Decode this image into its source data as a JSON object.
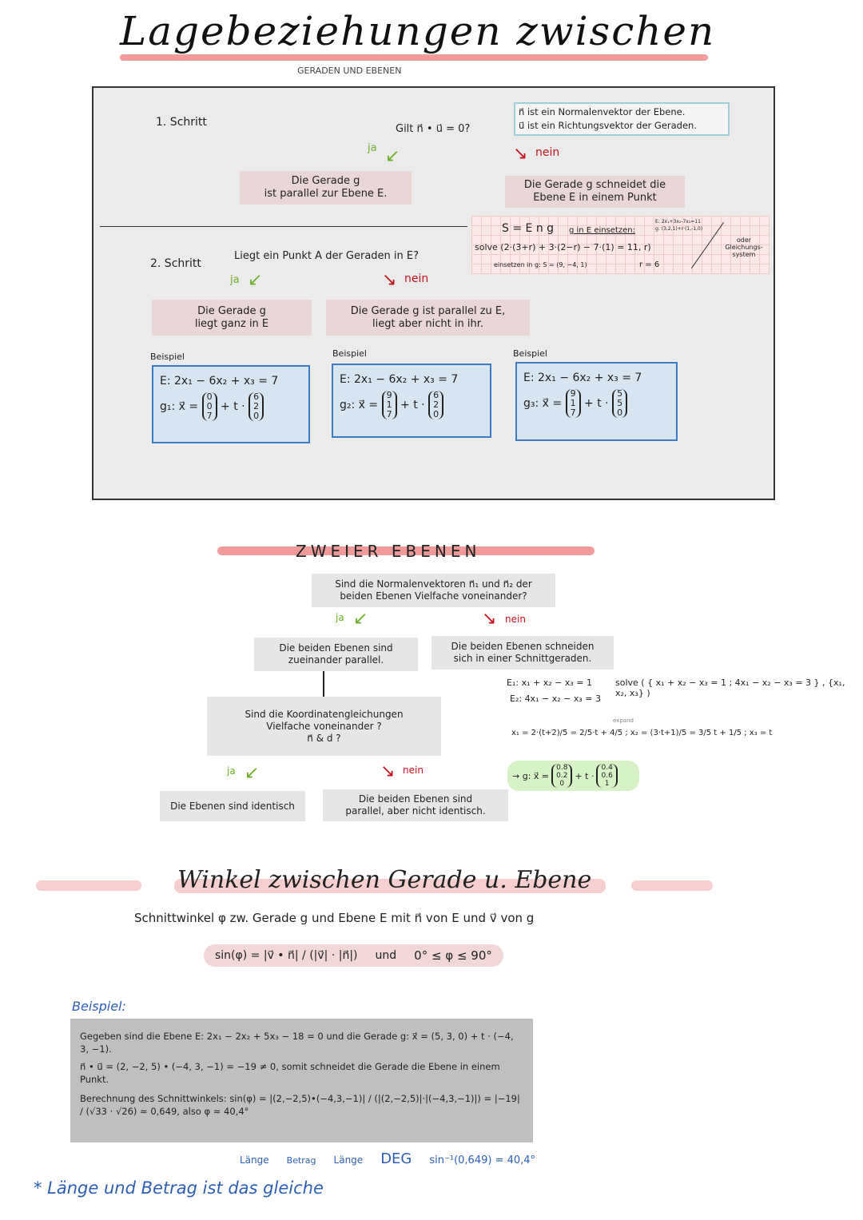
{
  "title": {
    "main": "Lagebeziehungen zwischen",
    "sub": "GERADEN UND EBENEN"
  },
  "section1": {
    "step1": "1. Schritt",
    "question": "Gilt n⃗ • u⃗ = 0?",
    "note": [
      "n⃗ ist ein Normalenvektor der Ebene.",
      "u⃗ ist ein Richtungsvektor der Geraden."
    ],
    "ja": "ja",
    "nein": "nein",
    "yes_result": [
      "Die Gerade g",
      "ist parallel zur Ebene E."
    ],
    "no_result": [
      "Die Gerade g schneidet die",
      "Ebene E in einem Punkt"
    ],
    "calc": {
      "s_line": "S = E n g",
      "insert": "g in E einsetzen:",
      "mini": [
        "E: 2x₁+3x₂-7x₃=11",
        "g: (3,2,1)+r·(1,-1,0)"
      ],
      "solve": "solve (2·(3+r) + 3·(2−r) − 7·(1) = 11, r)",
      "r": "r = 6",
      "einsetzen": "einsetzen in g:  S = (9, −4, 1)",
      "side": "oder Gleichungs-system"
    },
    "step2": "2. Schritt",
    "question2": "Liegt ein Punkt A der Geraden in E?",
    "yes2": [
      "Die Gerade g",
      "liegt ganz in E"
    ],
    "no2": [
      "Die Gerade g ist parallel zu E,",
      "liegt aber nicht in ihr."
    ],
    "examples": [
      {
        "label": "Beispiel",
        "plane": "E: 2x₁ − 6x₂ + x₃ = 7",
        "name": "g₁: x⃗ =",
        "p": [
          "0",
          "0",
          "7"
        ],
        "d": [
          "6",
          "2",
          "0"
        ]
      },
      {
        "label": "Beispiel",
        "plane": "E: 2x₁ − 6x₂ + x₃ = 7",
        "name": "g₂: x⃗ =",
        "p": [
          "9",
          "1",
          "7"
        ],
        "d": [
          "6",
          "2",
          "0"
        ]
      },
      {
        "label": "Beispiel",
        "plane": "E: 2x₁ − 6x₂ + x₃ = 7",
        "name": "g₃: x⃗ =",
        "p": [
          "9",
          "1",
          "7"
        ],
        "d": [
          "5",
          "5",
          "0"
        ]
      }
    ],
    "plus_t": "+ t ·"
  },
  "section2": {
    "title": "ZWEIER EBENEN",
    "question": [
      "Sind die Normalenvektoren n⃗₁ und n⃗₂ der",
      "beiden Ebenen Vielfache voneinander?"
    ],
    "ja": "ja",
    "nein": "nein",
    "parallel": [
      "Die beiden Ebenen sind",
      "zueinander parallel."
    ],
    "schneiden": [
      "Die beiden Ebenen schneiden",
      "sich in einer Schnittgeraden."
    ],
    "question2": [
      "Sind die Koordinatengleichungen",
      "Vielfache voneinander ?",
      "n⃗ & d ?"
    ],
    "identisch": "Die Ebenen sind identisch",
    "nicht_identisch": [
      "Die beiden Ebenen sind",
      "parallel, aber nicht identisch."
    ],
    "e1": "E₁: x₁ + x₂ − x₃ = 1",
    "e2": "E₂: 4x₁ − x₂ − x₃ = 3",
    "solve": "solve ( { x₁ + x₂ − x₃ = 1 ; 4x₁ − x₂ − x₃ = 3 } , {x₁, x₂, x₃} )",
    "expand": "expand",
    "x_solution": "x₁ = 2·(t+2)/5 = 2/5·t + 4/5 ;  x₂ = (3·t+1)/5 = 3/5 t + 1/5 ;  x₃ = t",
    "g_result": "→ g: x⃗ =",
    "gp": [
      "0.8",
      "0.2",
      "0"
    ],
    "gd": [
      "0.4",
      "0.6",
      "1"
    ]
  },
  "section3": {
    "title": "Winkel zwischen Gerade u. Ebene",
    "desc": "Schnittwinkel φ zw. Gerade g und Ebene E mit n⃗ von E und v⃗ von g",
    "formula": "sin(φ) = |v⃗ • n⃗| / (|v⃗| · |n⃗|)",
    "und": "und",
    "range": "0° ≤ φ ≤ 90°",
    "beispiel": "Beispiel:",
    "book": [
      "Gegeben sind die Ebene  E: 2x₁ − 2x₂ + 5x₃ − 18 = 0  und die Gerade  g: x⃗ = (5, 3, 0) + t · (−4, 3, −1).",
      "n⃗ • u⃗ = (2, −2, 5) • (−4, 3, −1) = −19 ≠ 0,  somit schneidet die Gerade die Ebene in einem Punkt.",
      "Berechnung des Schnittwinkels:  sin(φ) = |(2,−2,5)•(−4,3,−1)| / (|(2,−2,5)|·|(−4,3,−1)|) = |−19| / (√33 · √26) ≈ 0,649,  also  φ ≈ 40,4°"
    ],
    "annot": {
      "betrag": "Betrag",
      "deg": "DEG",
      "laenge1": "Länge",
      "laenge2": "Länge",
      "arcsin": "sin⁻¹(0,649) = 40,4°"
    },
    "footnote": "* Länge und Betrag ist das gleiche"
  }
}
